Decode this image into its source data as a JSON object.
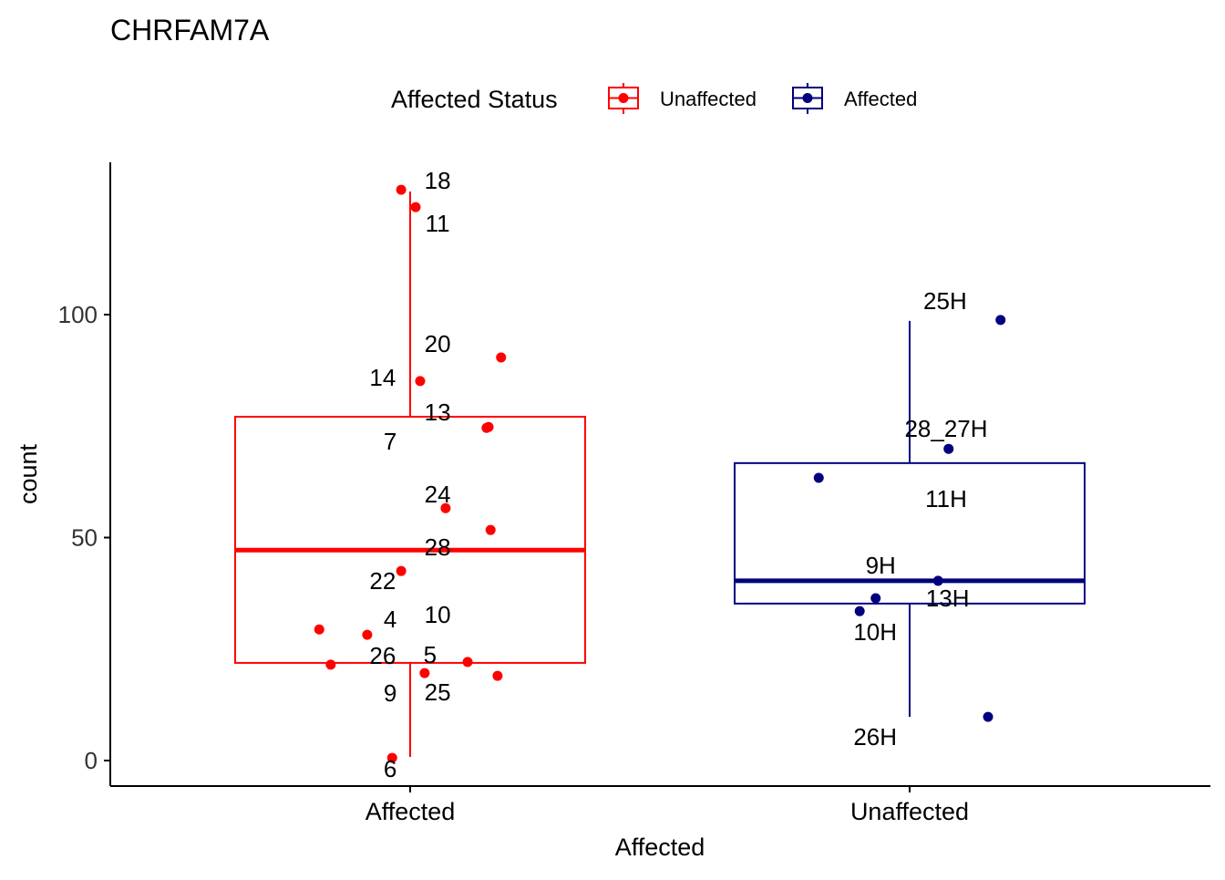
{
  "chart_data": {
    "type": "boxplot",
    "title": "CHRFAM7A",
    "xlabel": "Affected",
    "ylabel": "count",
    "categories": [
      "Affected",
      "Unaffected"
    ],
    "ylim": [
      -5.7,
      134
    ],
    "yticks": [
      0,
      50,
      100
    ],
    "grid": false,
    "legend": {
      "title": "Affected Status",
      "placement": "top",
      "entries": [
        {
          "label": "Unaffected",
          "color": "#FF0000"
        },
        {
          "label": "Affected",
          "color": "#00007F"
        }
      ]
    },
    "series": [
      {
        "name": "Unaffected",
        "category": "Affected",
        "color": "#FF0000",
        "box": {
          "whisker_low": 0.8,
          "q1": 21.9,
          "median": 47.2,
          "q3": 77.1,
          "whisker_high": 127.6
        },
        "points": [
          {
            "x": 0.982,
            "y": 128.0
          },
          {
            "x": 1.011,
            "y": 124.1
          },
          {
            "x": 1.182,
            "y": 90.4
          },
          {
            "x": 1.02,
            "y": 85.1
          },
          {
            "x": 1.157,
            "y": 74.8
          },
          {
            "x": 1.153,
            "y": 74.6
          },
          {
            "x": 1.071,
            "y": 56.6
          },
          {
            "x": 1.161,
            "y": 51.7
          },
          {
            "x": 0.982,
            "y": 42.5
          },
          {
            "x": 0.818,
            "y": 29.4
          },
          {
            "x": 0.914,
            "y": 28.2
          },
          {
            "x": 0.841,
            "y": 21.5
          },
          {
            "x": 1.115,
            "y": 22.1
          },
          {
            "x": 1.029,
            "y": 19.6
          },
          {
            "x": 1.175,
            "y": 19.0
          },
          {
            "x": 0.964,
            "y": 0.6
          }
        ],
        "labels": [
          {
            "text": "18",
            "x": 1.055,
            "y": 130.1
          },
          {
            "text": "11",
            "x": 1.055,
            "y": 120.4
          },
          {
            "text": "20",
            "x": 1.055,
            "y": 93.5
          },
          {
            "text": "14",
            "x": 0.945,
            "y": 85.9
          },
          {
            "text": "13",
            "x": 1.055,
            "y": 78.1
          },
          {
            "text": "7",
            "x": 0.96,
            "y": 71.6
          },
          {
            "text": "24",
            "x": 1.055,
            "y": 59.7
          },
          {
            "text": "28",
            "x": 1.055,
            "y": 47.9
          },
          {
            "text": "22",
            "x": 0.945,
            "y": 40.3
          },
          {
            "text": "4",
            "x": 0.96,
            "y": 31.7
          },
          {
            "text": "10",
            "x": 1.055,
            "y": 32.7
          },
          {
            "text": "26",
            "x": 0.945,
            "y": 23.5
          },
          {
            "text": "5",
            "x": 1.04,
            "y": 23.7
          },
          {
            "text": "9",
            "x": 0.96,
            "y": 15.1
          },
          {
            "text": "25",
            "x": 1.055,
            "y": 15.3
          },
          {
            "text": "6",
            "x": 0.96,
            "y": -1.8
          }
        ]
      },
      {
        "name": "Affected",
        "category": "Unaffected",
        "color": "#00007F",
        "box": {
          "whisker_low": 9.8,
          "q1": 35.2,
          "median": 40.3,
          "q3": 66.7,
          "whisker_high": 98.6
        },
        "points": [
          {
            "x": 2.182,
            "y": 98.8
          },
          {
            "x": 2.078,
            "y": 69.9
          },
          {
            "x": 1.818,
            "y": 63.4
          },
          {
            "x": 2.057,
            "y": 40.3
          },
          {
            "x": 1.932,
            "y": 36.4
          },
          {
            "x": 1.9,
            "y": 33.5
          },
          {
            "x": 2.157,
            "y": 9.8
          }
        ],
        "labels": [
          {
            "text": "25H",
            "x": 2.071,
            "y": 103.1
          },
          {
            "text": "28_27H",
            "x": 2.073,
            "y": 74.4
          },
          {
            "text": "11H",
            "x": 2.073,
            "y": 58.7
          },
          {
            "text": "9H",
            "x": 1.942,
            "y": 43.8
          },
          {
            "text": "13H",
            "x": 2.076,
            "y": 36.4
          },
          {
            "text": "10H",
            "x": 1.931,
            "y": 28.8
          },
          {
            "text": "26H",
            "x": 1.931,
            "y": 5.3
          }
        ]
      }
    ]
  }
}
